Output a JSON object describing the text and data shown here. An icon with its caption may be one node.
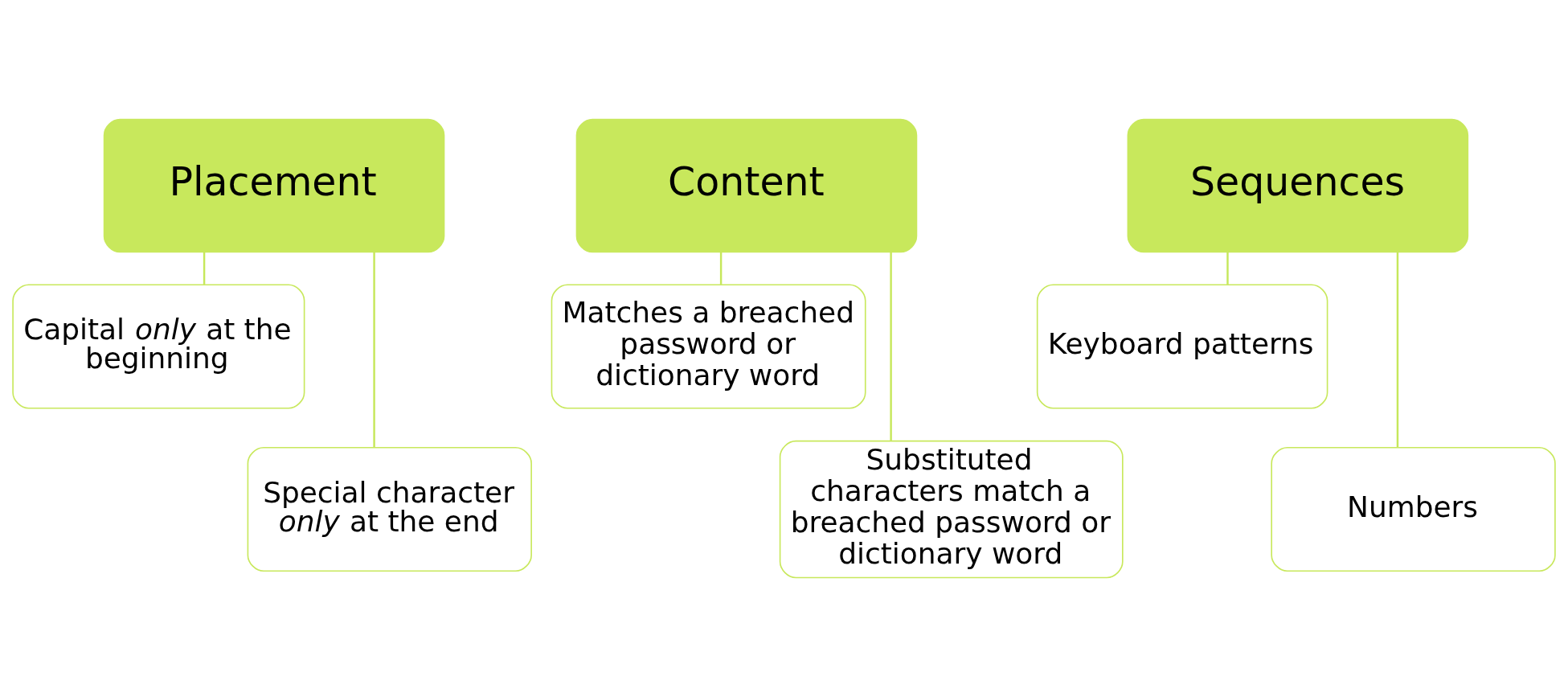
{
  "diagram": {
    "nodes": [
      {
        "text": [
          "Placement"
        ]
      },
      {
        "text": [
          "Capital *only* at the beginning"
        ]
      },
      {
        "text": [
          "Special character *only* at the end"
        ]
      },
      {
        "text": [
          "Content"
        ]
      },
      {
        "text": [
          "Matches a breached password or dictionary word"
        ]
      },
      {
        "text": [
          "Substituted characters match a breached password or dictionary word"
        ]
      },
      {
        "text": [
          "Sequences"
        ]
      },
      {
        "text": [
          "Keyboard patterns"
        ]
      },
      {
        "text": [
          "Numbers"
        ]
      }
    ],
    "edges": [
      {
        "from": 0,
        "to": 1,
        "arrow": "none"
      },
      {
        "from": 0,
        "to": 2,
        "arrow": "none"
      },
      {
        "from": 3,
        "to": 4,
        "arrow": "none"
      },
      {
        "from": 3,
        "to": 5,
        "arrow": "none"
      },
      {
        "from": 6,
        "to": 7,
        "arrow": "none"
      },
      {
        "from": 6,
        "to": 8,
        "arrow": "none"
      }
    ]
  }
}
